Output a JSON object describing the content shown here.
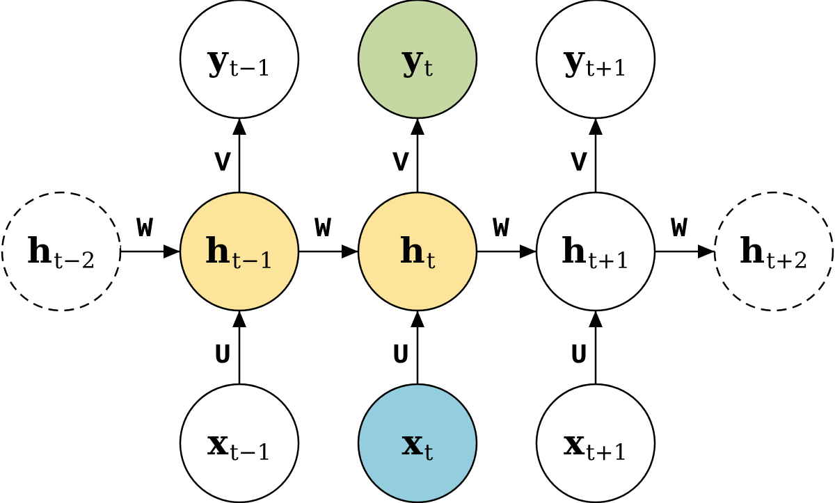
{
  "diagram": {
    "title": "Unrolled Recurrent Neural Network",
    "nodes": [
      {
        "id": "h_t-2",
        "base": "h",
        "sub": "t−2",
        "role": "hidden",
        "fill": "#ffffff",
        "dashed": true
      },
      {
        "id": "h_t-1",
        "base": "h",
        "sub": "t−1",
        "role": "hidden",
        "fill": "#fde49b",
        "dashed": false
      },
      {
        "id": "h_t",
        "base": "h",
        "sub": "t",
        "role": "hidden",
        "fill": "#fde49b",
        "dashed": false
      },
      {
        "id": "h_t+1",
        "base": "h",
        "sub": "t+1",
        "role": "hidden",
        "fill": "#ffffff",
        "dashed": false
      },
      {
        "id": "h_t+2",
        "base": "h",
        "sub": "t+2",
        "role": "hidden",
        "fill": "#ffffff",
        "dashed": true
      },
      {
        "id": "y_t-1",
        "base": "y",
        "sub": "t−1",
        "role": "output",
        "fill": "#ffffff",
        "dashed": false
      },
      {
        "id": "y_t",
        "base": "y",
        "sub": "t",
        "role": "output",
        "fill": "#c5d7a2",
        "dashed": false
      },
      {
        "id": "y_t+1",
        "base": "y",
        "sub": "t+1",
        "role": "output",
        "fill": "#ffffff",
        "dashed": false
      },
      {
        "id": "x_t-1",
        "base": "x",
        "sub": "t−1",
        "role": "input",
        "fill": "#ffffff",
        "dashed": false
      },
      {
        "id": "x_t",
        "base": "x",
        "sub": "t",
        "role": "input",
        "fill": "#94cddd",
        "dashed": false
      },
      {
        "id": "x_t+1",
        "base": "x",
        "sub": "t+1",
        "role": "input",
        "fill": "#ffffff",
        "dashed": false
      }
    ],
    "edges": [
      {
        "from": "h_t-2",
        "to": "h_t-1",
        "label": "W"
      },
      {
        "from": "h_t-1",
        "to": "h_t",
        "label": "W"
      },
      {
        "from": "h_t",
        "to": "h_t+1",
        "label": "W"
      },
      {
        "from": "h_t+1",
        "to": "h_t+2",
        "label": "W"
      },
      {
        "from": "h_t-1",
        "to": "y_t-1",
        "label": "V"
      },
      {
        "from": "h_t",
        "to": "y_t",
        "label": "V"
      },
      {
        "from": "h_t+1",
        "to": "y_t+1",
        "label": "V"
      },
      {
        "from": "x_t-1",
        "to": "h_t-1",
        "label": "U"
      },
      {
        "from": "x_t",
        "to": "h_t",
        "label": "U"
      },
      {
        "from": "x_t+1",
        "to": "h_t+1",
        "label": "U"
      }
    ],
    "stroke_color": "#000000"
  }
}
